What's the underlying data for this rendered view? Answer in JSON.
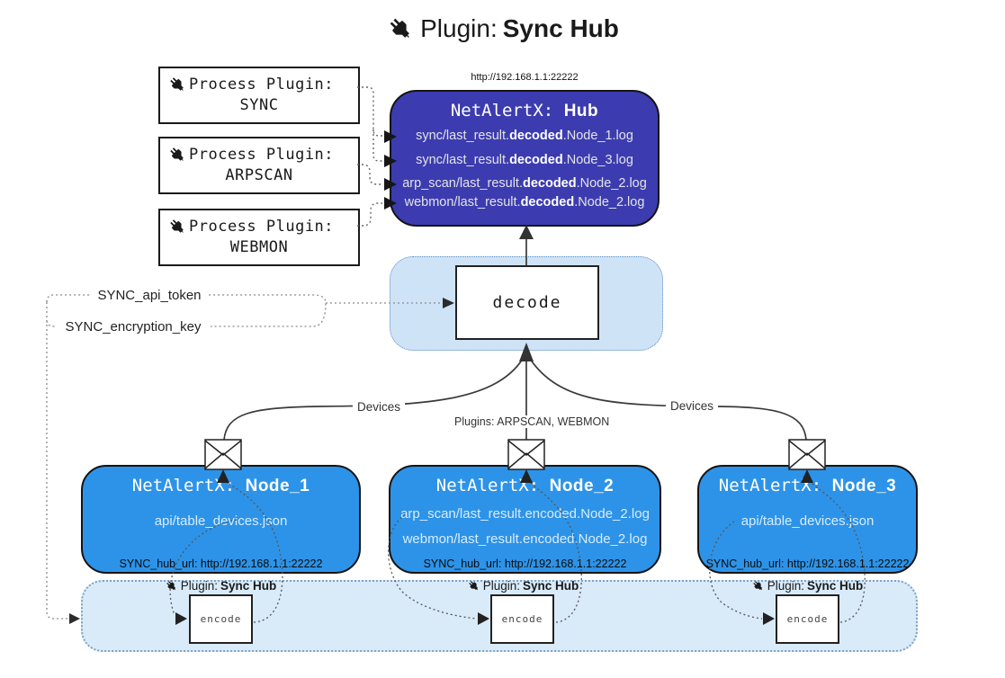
{
  "title": {
    "icon": "plug-icon",
    "prefix": "Plugin: ",
    "bold": "Sync Hub"
  },
  "process_plugins": [
    {
      "line1": "Process Plugin:",
      "name": "SYNC"
    },
    {
      "line1": "Process Plugin:",
      "name": "ARPSCAN"
    },
    {
      "line1": "Process Plugin:",
      "name": "WEBMON"
    }
  ],
  "hub": {
    "url": "http://192.168.1.1:22222",
    "title_prefix": "NetAlertX: ",
    "title_bold": "Hub",
    "lines": [
      {
        "pre": "sync/last_result.",
        "bold": "decoded",
        "post": ".Node_1.log"
      },
      {
        "pre": "sync/last_result.",
        "bold": "decoded",
        "post": ".Node_3.log"
      },
      {
        "pre": "arp_scan/last_result.",
        "bold": "decoded",
        "post": ".Node_2.log"
      },
      {
        "pre": "webmon/last_result.",
        "bold": "decoded",
        "post": ".Node_2.log"
      }
    ]
  },
  "decode": {
    "label": "decode"
  },
  "tokens": {
    "api_token": "SYNC_api_token",
    "encryption_key": "SYNC_encryption_key"
  },
  "edges": {
    "devices_left": "Devices",
    "devices_right": "Devices",
    "plugins_mid": "Plugins: ARPSCAN, WEBMON"
  },
  "nodes": [
    {
      "title_prefix": "NetAlertX: ",
      "title_bold": "Node_1",
      "files": [
        "api/table_devices.json"
      ],
      "hub_url": "SYNC_hub_url: http://192.168.1.1:22222"
    },
    {
      "title_prefix": "NetAlertX: ",
      "title_bold": "Node_2",
      "files": [
        "arp_scan/last_result.encoded.Node_2.log",
        "webmon/last_result.encoded.Node_2.log"
      ],
      "hub_url": "SYNC_hub_url: http://192.168.1.1:22222"
    },
    {
      "title_prefix": "NetAlertX: ",
      "title_bold": "Node_3",
      "files": [
        "api/table_devices.json"
      ],
      "hub_url": "SYNC_hub_url: http://192.168.1.1:22222"
    }
  ],
  "encoders": [
    {
      "label_prefix": "Plugin: ",
      "label_bold": "Sync Hub",
      "box_label": "encode"
    },
    {
      "label_prefix": "Plugin: ",
      "label_bold": "Sync Hub",
      "box_label": "encode"
    },
    {
      "label_prefix": "Plugin: ",
      "label_bold": "Sync Hub",
      "box_label": "encode"
    }
  ],
  "icons": {
    "plug": "plug-icon",
    "envelope": "envelope-icon"
  },
  "colors": {
    "hub_bg": "#3c3cb0",
    "node_bg": "#2d93e8",
    "band_bg": "#d9eaf9",
    "decode_zone_bg": "#cfe3f7",
    "box_border": "#141414",
    "hub_text": "#e3e3e3",
    "node_file_text": "#d8ecfc"
  }
}
